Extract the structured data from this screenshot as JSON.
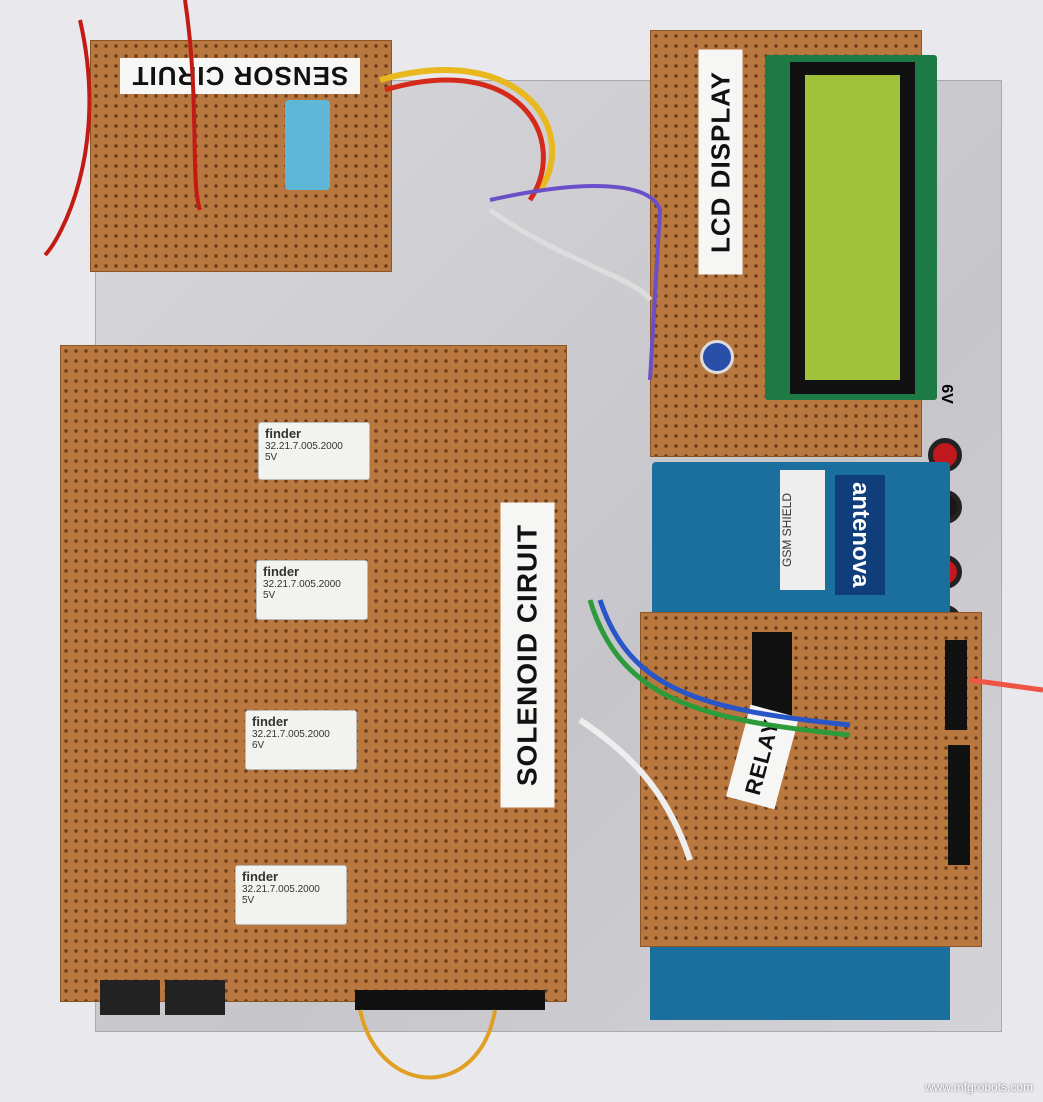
{
  "labels": {
    "sensor": "SENSOR CIRUIT",
    "lcd": "LCD DISPLAY",
    "solenoid": "SOLENOID CIRUIT",
    "relay": "RELAY",
    "voltage": "6V"
  },
  "relays": [
    {
      "brand": "finder",
      "model": "32.21.7.005.2000",
      "rating": "5V"
    },
    {
      "brand": "finder",
      "model": "32.21.7.005.2000",
      "rating": "5V"
    },
    {
      "brand": "finder",
      "model": "32.21.7.005.2000",
      "rating": "6V"
    },
    {
      "brand": "finder",
      "model": "32.21.7.005.2000",
      "rating": "5V"
    }
  ],
  "shield": {
    "brand": "antenova",
    "label": "GSM SHIELD"
  },
  "watermark": "www.mfgrobots.com",
  "colors": {
    "perfboard": "#b9783f",
    "lcd_screen": "#9fc23a",
    "arduino": "#1b6f9c"
  }
}
